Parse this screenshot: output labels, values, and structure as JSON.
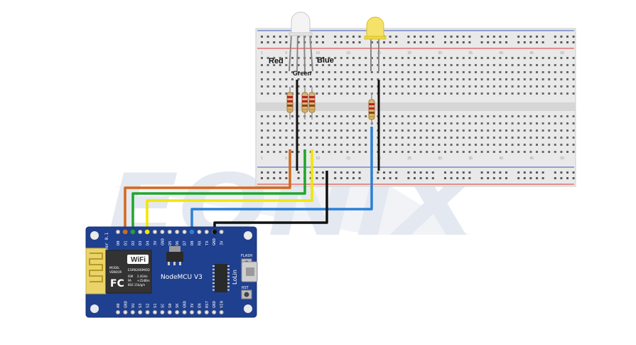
{
  "labels": {
    "red": "Red",
    "green": "Green",
    "blue": "Blue"
  },
  "board": {
    "name": "NodeMCU V3",
    "brand": "LoLin",
    "version": "Ver 0.1",
    "flash_label": "FLASH",
    "rst_label": "RST",
    "top_pins": [
      "D0",
      "D1",
      "D2",
      "D3",
      "D4",
      "3V",
      "GND",
      "D5",
      "D6",
      "D7",
      "D8",
      "RX",
      "TX",
      "GND",
      "3V"
    ],
    "bottom_pins": [
      "A0",
      "GND",
      "VU",
      "S3",
      "S2",
      "S1",
      "SC",
      "S0",
      "SK",
      "GND",
      "3V",
      "EN",
      "RST",
      "GND",
      "VIN"
    ],
    "module": {
      "wifi": "WiFi",
      "model_label": "MODEL",
      "vendor_label": "VENDOR",
      "model": "ESP8266MOD",
      "ism": "ISM",
      "ism_val": "2.4GHz",
      "pa": "PA",
      "pa_val": "+25dBm",
      "std": "802.11b/g/n",
      "fc": "FC"
    }
  },
  "breadboard": {
    "column_numbers": [
      "1",
      "5",
      "10",
      "15",
      "20",
      "25",
      "30",
      "35",
      "40",
      "45",
      "50"
    ]
  },
  "watermark": {
    "text": "EONIX"
  },
  "colors": {
    "wire_red": "#d2691e",
    "wire_green": "#1fa52b",
    "wire_yellow": "#f2e600",
    "wire_blue": "#2b7fd6",
    "wire_black": "#111111",
    "board_blue": "#1f3f8f",
    "breadboard": "#e8e8e8"
  }
}
